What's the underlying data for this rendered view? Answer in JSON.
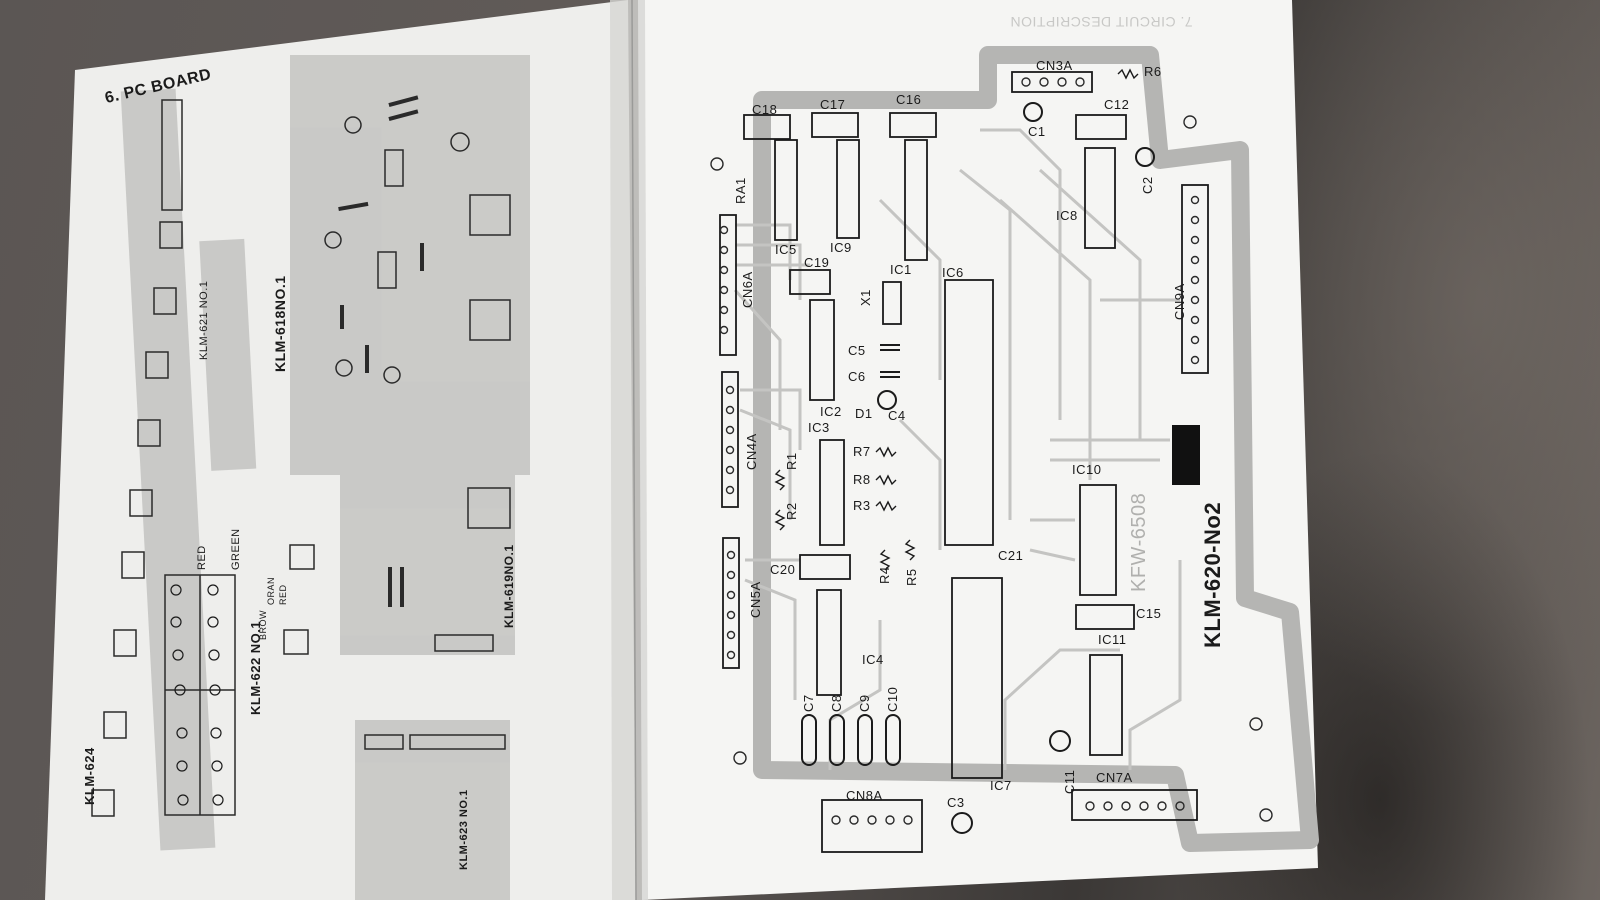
{
  "left_page": {
    "heading": "6. PC BOARD",
    "boards": [
      "KLM-624",
      "KLM-621 NO.1",
      "KLM-618NO.1",
      "KLM-622 NO.1",
      "KLM-619NO.1",
      "KLM-623 NO.1"
    ],
    "led_colors": [
      "RED",
      "GREEN",
      "BROW",
      "ORAN",
      "RED"
    ]
  },
  "right_page": {
    "header_text": "7. CIRCUIT DESCRIPTION",
    "board_name": "KLM-620-No2",
    "board_code": "KFW-6508",
    "components": {
      "connectors": [
        "CN3A",
        "CN6A",
        "CN4A",
        "CN5A",
        "CN9A",
        "CN7A",
        "CN8A"
      ],
      "ics": [
        "IC1",
        "IC2",
        "IC3",
        "IC4",
        "IC5",
        "IC6",
        "IC7",
        "IC8",
        "IC9",
        "IC10",
        "IC11"
      ],
      "capacitors": [
        "C1",
        "C2",
        "C3",
        "C4",
        "C5",
        "C6",
        "C7",
        "C8",
        "C9",
        "C10",
        "C11",
        "C12",
        "C15",
        "C16",
        "C17",
        "C18",
        "C19",
        "C20",
        "C21"
      ],
      "resistors": [
        "R1",
        "R2",
        "R3",
        "R4",
        "R5",
        "R6",
        "R7",
        "R8",
        "RA1"
      ],
      "misc": [
        "D1",
        "X1"
      ]
    }
  },
  "colors": {
    "page": "#f3f3f1",
    "trace": "#c9c9c7",
    "ink": "#1b1b1b",
    "background": "#4f4a47"
  }
}
